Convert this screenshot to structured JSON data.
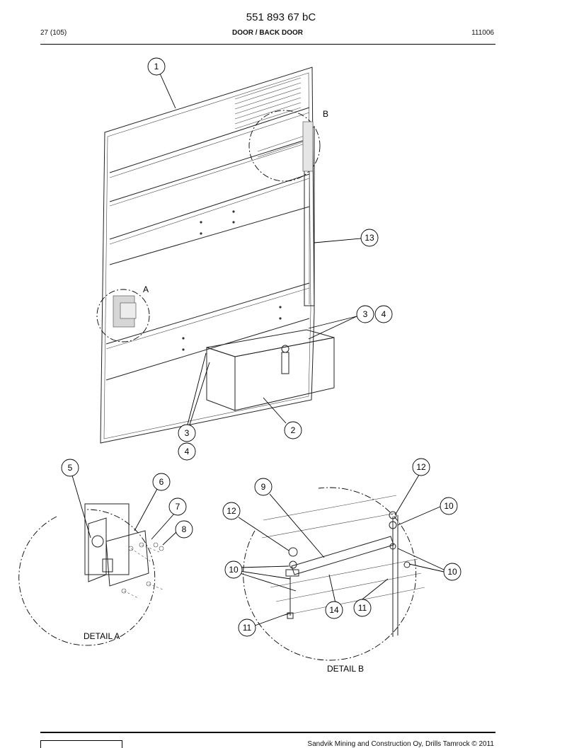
{
  "header": {
    "doc_number": "551 893 67 bC",
    "page_ref": "27 (105)",
    "section_title": "DOOR / BACK DOOR",
    "rev_date": "111006"
  },
  "detail_letters": {
    "a": "A",
    "b": "B"
  },
  "callouts": {
    "c1": "1",
    "c2": "2",
    "c3a": "3",
    "c4a": "4",
    "c3b": "3",
    "c4b": "4",
    "c5": "5",
    "c6": "6",
    "c7": "7",
    "c8": "8",
    "c9": "9",
    "c10a": "10",
    "c10b": "10",
    "c10c": "10",
    "c11a": "11",
    "c11b": "11",
    "c12a": "12",
    "c12b": "12",
    "c13": "13",
    "c14": "14"
  },
  "captions": {
    "detail_a": "DETAIL A",
    "detail_b": "DETAIL B"
  },
  "footer": {
    "copyright": "Sandvik Mining and Construction Oy, Drills Tamrock © 2011"
  }
}
